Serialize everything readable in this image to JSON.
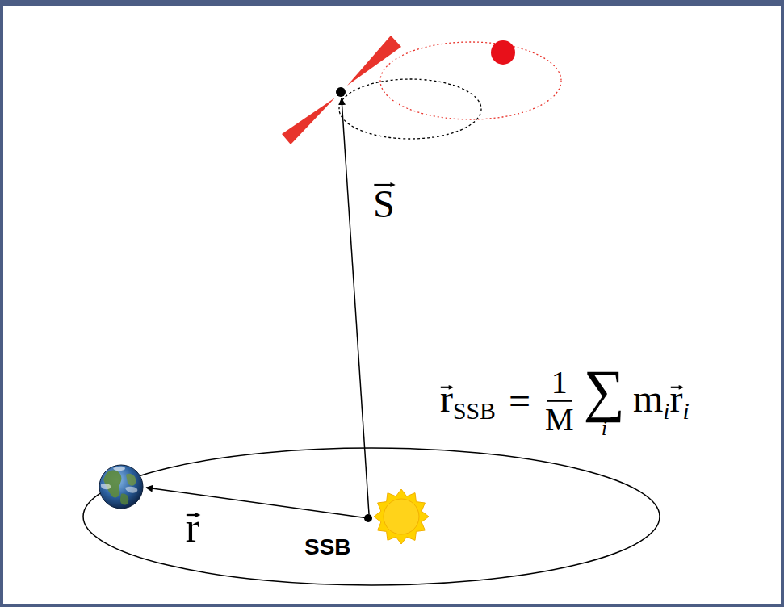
{
  "diagram": {
    "labels": [
      "S",
      "r",
      "SSB",
      "=",
      "1",
      "M",
      "∑",
      "i",
      "m",
      "i",
      "r",
      "i",
      "r",
      "SSB"
    ]
  }
}
